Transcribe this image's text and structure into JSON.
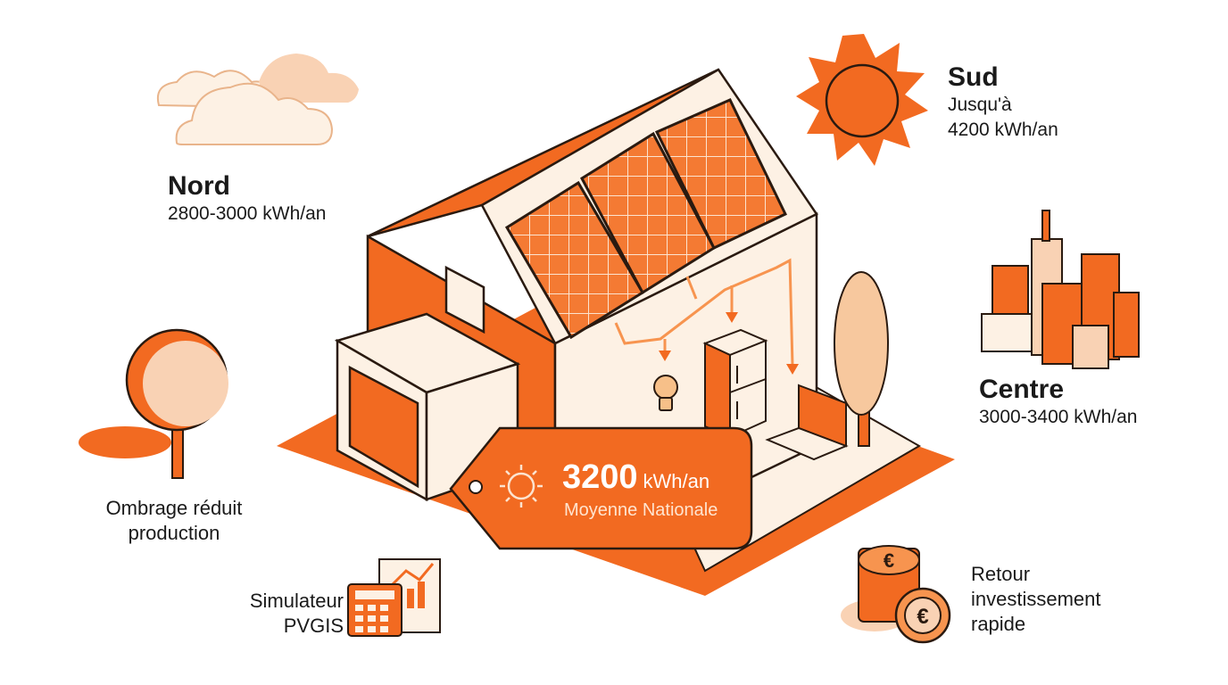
{
  "regions": {
    "nord": {
      "title": "Nord",
      "range": "2800-3000 kWh/an"
    },
    "sud": {
      "title": "Sud",
      "line1": "Jusqu'à",
      "line2": "4200 kWh/an"
    },
    "centre": {
      "title": "Centre",
      "range": "3000-3400 kWh/an"
    }
  },
  "average": {
    "value": "3200",
    "unit": "kWh/an",
    "label": "Moyenne Nationale"
  },
  "notes": {
    "shading": {
      "line1": "Ombrage réduit",
      "line2": "production"
    },
    "simulator": {
      "line1": "Simulateur",
      "line2": "PVGIS"
    },
    "roi": {
      "line1": "Retour",
      "line2": "investissement",
      "line3": "rapide"
    }
  },
  "icons": [
    "cloud-icon",
    "sun-icon",
    "city-icon",
    "tree-icon",
    "calculator-icon",
    "coins-euro-icon",
    "lightbulb-icon",
    "fridge-icon",
    "laptop-icon"
  ],
  "colors": {
    "accent": "#F26A21",
    "accent_light": "#F9D2B4",
    "cream": "#FDF1E4",
    "outline": "#2a1a10"
  }
}
